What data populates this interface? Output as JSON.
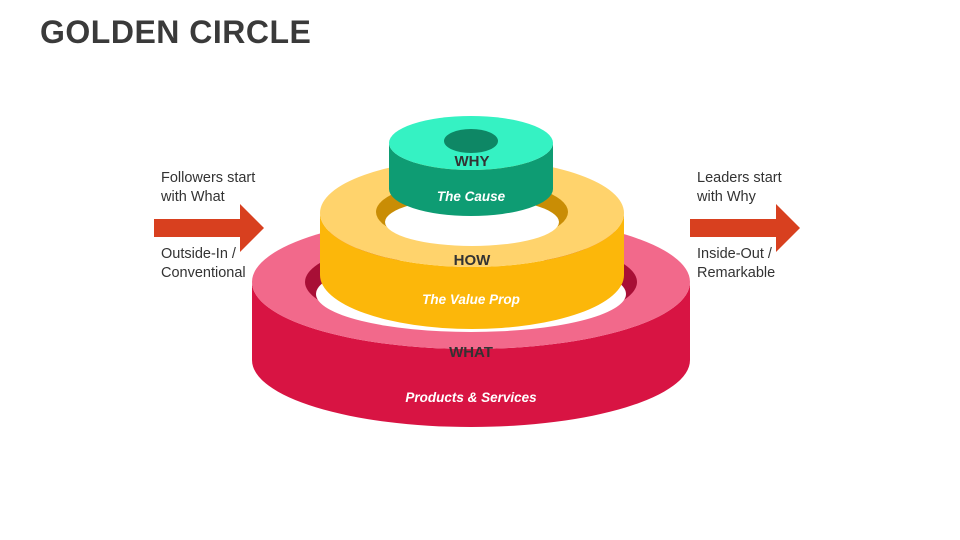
{
  "title": "GOLDEN CIRCLE",
  "left": {
    "top_line1": "Followers start",
    "top_line2": "with What",
    "bottom_line1": "Outside-In /",
    "bottom_line2": "Conventional"
  },
  "right": {
    "top_line1": "Leaders start",
    "top_line2": "with Why",
    "bottom_line1": "Inside-Out /",
    "bottom_line2": "Remarkable"
  },
  "rings": {
    "why": {
      "label": "WHY",
      "sublabel": "The Cause"
    },
    "how": {
      "label": "HOW",
      "sublabel": "The Value Prop"
    },
    "what": {
      "label": "WHAT",
      "sublabel": "Products & Services"
    }
  },
  "colors": {
    "arrow": "#d8401f",
    "why_top": "#35f2c3",
    "why_side": "#0e9c73",
    "how_top": "#ffd36c",
    "how_side": "#fcb70a",
    "what_top": "#f2698b",
    "what_side": "#d81443"
  }
}
